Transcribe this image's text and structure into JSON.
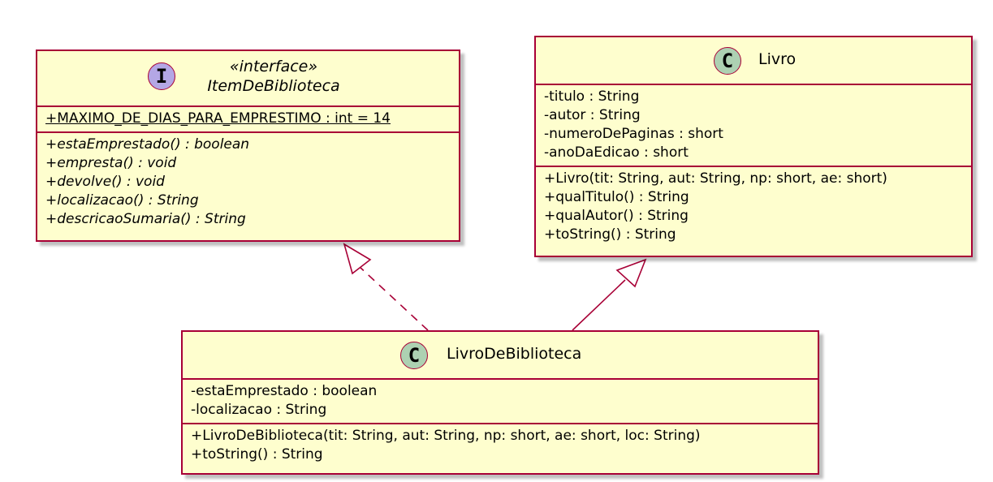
{
  "classes": {
    "item": {
      "badge": "I",
      "stereotype": "«interface»",
      "name": "ItemDeBiblioteca",
      "fields": [
        "+MAXIMO_DE_DIAS_PARA_EMPRESTIMO : int = 14"
      ],
      "methods": [
        "+estaEmprestado() : boolean",
        "+empresta() : void",
        "+devolve() : void",
        "+localizacao() : String",
        "+descricaoSumaria() : String"
      ]
    },
    "livro": {
      "badge": "C",
      "name": "Livro",
      "fields": [
        "-titulo : String",
        "-autor : String",
        "-numeroDePaginas : short",
        "-anoDaEdicao : short"
      ],
      "methods": [
        "+Livro(tit: String, aut: String, np: short, ae: short)",
        "+qualTitulo() : String",
        "+qualAutor() : String",
        "+toString() : String"
      ]
    },
    "livroDeBiblioteca": {
      "badge": "C",
      "name": "LivroDeBiblioteca",
      "fields": [
        "-estaEmprestado : boolean",
        "-localizacao : String"
      ],
      "methods": [
        "+LivroDeBiblioteca(tit: String, aut: String, np: short, ae: short, loc: String)",
        "+toString() : String"
      ]
    }
  },
  "relations": [
    {
      "from": "LivroDeBiblioteca",
      "to": "ItemDeBiblioteca",
      "kind": "realization"
    },
    {
      "from": "LivroDeBiblioteca",
      "to": "Livro",
      "kind": "generalization"
    }
  ],
  "colors": {
    "fill": "#fefece",
    "border": "#a80036",
    "class_badge": "#add1b2",
    "interface_badge": "#b4a7e5"
  }
}
